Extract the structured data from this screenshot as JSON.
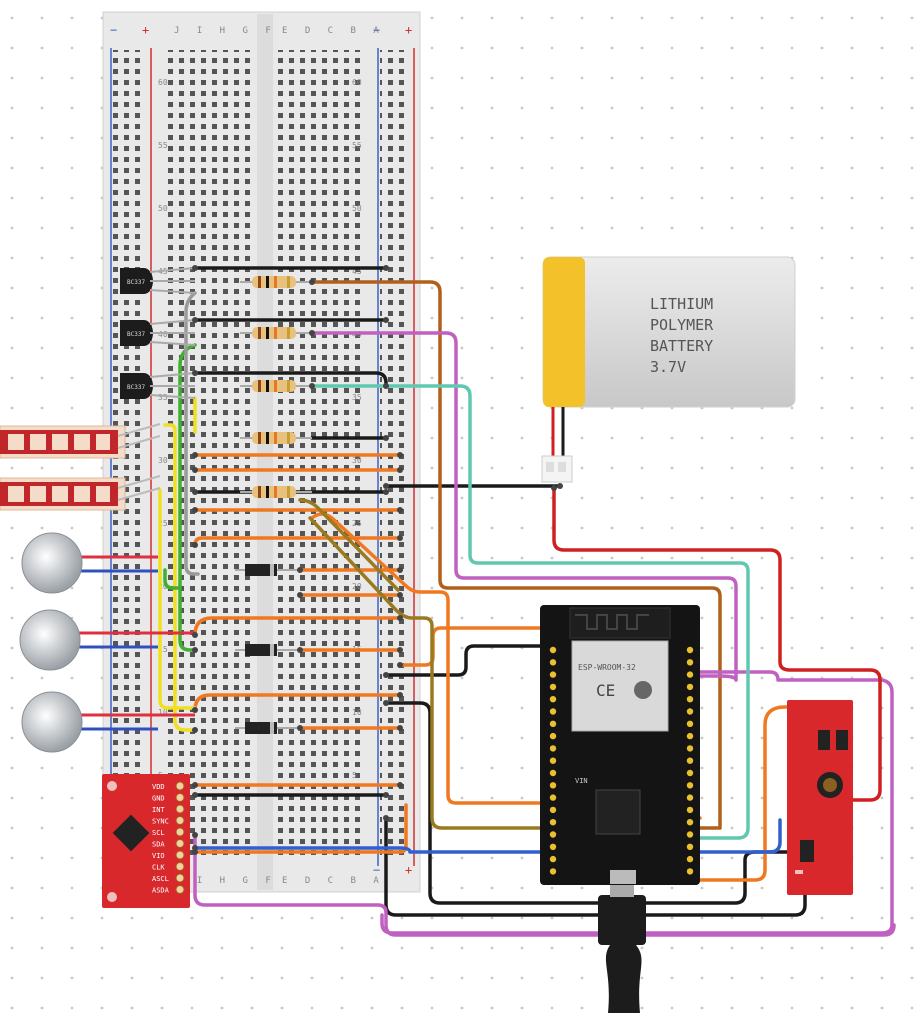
{
  "breadboard": {
    "rail_minus": "−",
    "rail_plus": "+",
    "top_letters_left": "J I H G F",
    "top_letters_right": "E D C B A",
    "bottom_letters_left": "J I H G F",
    "bottom_letters_right": "E D C B A",
    "row_numbers": [
      "60",
      "55",
      "50",
      "45",
      "40",
      "35",
      "30",
      "25",
      "20",
      "15",
      "10",
      "5"
    ]
  },
  "battery": {
    "label_line1": "LITHIUM",
    "label_line2": "POLYMER",
    "label_line3": "BATTERY",
    "label_line4": "3.7V"
  },
  "esp32": {
    "module_text": "ESP-WROOM-32",
    "ce_mark": "CE",
    "pin_label": "VIN"
  },
  "imu": {
    "pins": [
      "VDD",
      "GND",
      "INT",
      "SYNC",
      "SCL",
      "SDA",
      "VIO",
      "CLK",
      "ASCL",
      "ASDA"
    ]
  },
  "transistor_label": "BC337",
  "colors": {
    "wire_black": "#1a1a1a",
    "wire_orange": "#f07820",
    "wire_brown": "#b0601a",
    "wire_purple": "#c060c0",
    "wire_teal": "#60c8b0",
    "wire_red": "#d02020",
    "wire_blue": "#3060d0",
    "wire_yellow": "#f0e020",
    "wire_green": "#40b030",
    "wire_gray": "#9a9a9a",
    "wire_olive": "#9a7a20",
    "board_red": "#d8282c",
    "esp_black": "#141414"
  }
}
